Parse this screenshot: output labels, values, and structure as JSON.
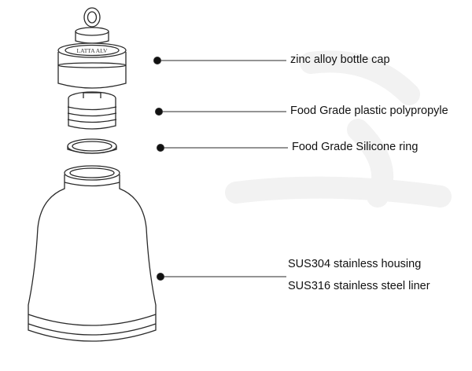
{
  "brand_text": "LATTA ALV",
  "colors": {
    "line": "#2a2a2a",
    "text": "#111111",
    "fill": "#ffffff",
    "watermark": "#f1f1f1"
  },
  "callouts": [
    {
      "id": "cap",
      "label": "zinc alloy bottle cap"
    },
    {
      "id": "plastic",
      "label": "Food Grade plastic polypropyle"
    },
    {
      "id": "ring",
      "label": "Food Grade Silicone ring"
    },
    {
      "id": "housing",
      "label": "SUS304 stainless housing"
    },
    {
      "id": "liner",
      "label": "SUS316 stainless steel liner"
    }
  ]
}
